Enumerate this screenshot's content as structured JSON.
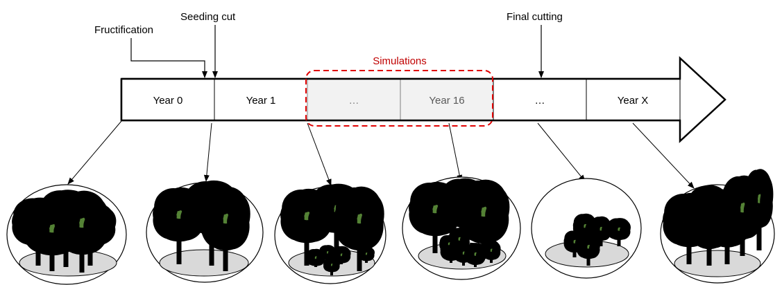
{
  "annotations": {
    "fructification": "Fructification",
    "seeding_cut": "Seeding cut",
    "final_cutting": "Final cutting",
    "simulations": "Simulations"
  },
  "timeline": {
    "cells": [
      {
        "label": "Year 0",
        "faded": false
      },
      {
        "label": "Year 1",
        "faded": false
      },
      {
        "label": "…",
        "faded": true
      },
      {
        "label": "Year 16",
        "faded": true
      },
      {
        "label": "…",
        "faded": false
      },
      {
        "label": "Year X",
        "faded": false
      }
    ]
  },
  "stands": [
    {
      "stage": "year-0",
      "description": "mature stand"
    },
    {
      "stage": "year-1",
      "description": "thinned mature stand"
    },
    {
      "stage": "simulation-start",
      "description": "mature stand with seedlings"
    },
    {
      "stage": "year-16",
      "description": "mature stand with saplings"
    },
    {
      "stage": "after-final-cutting",
      "description": "young stand"
    },
    {
      "stage": "year-x",
      "description": "new mature stand"
    }
  ],
  "colors": {
    "canopy": "#548235",
    "ground": "#d9d9d9",
    "simulations_box": "#e00000",
    "simulations_label": "#c00000",
    "faded_cell": "#f2f2f2"
  }
}
